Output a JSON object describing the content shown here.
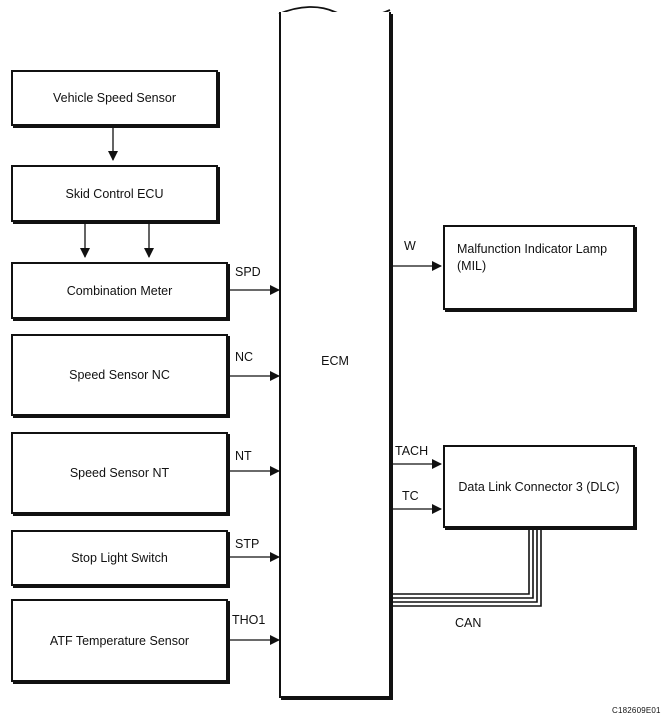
{
  "boxes": {
    "vehicle_speed_sensor": "Vehicle Speed Sensor",
    "skid_control_ecu": "Skid Control ECU",
    "combination_meter": "Combination Meter",
    "speed_sensor_nc": "Speed Sensor NC",
    "speed_sensor_nt": "Speed Sensor NT",
    "stop_light_switch": "Stop Light Switch",
    "atf_temperature_sensor": "ATF Temperature Sensor",
    "ecm": "ECM",
    "mil": "Malfunction Indicator Lamp (MIL)",
    "dlc": "Data Link Connector 3 (DLC)"
  },
  "signals": {
    "spd": "SPD",
    "nc": "NC",
    "nt": "NT",
    "stp": "STP",
    "tho1": "THO1",
    "w": "W",
    "tach": "TACH",
    "tc": "TC",
    "can": "CAN"
  },
  "figure_code": "C182609E01"
}
